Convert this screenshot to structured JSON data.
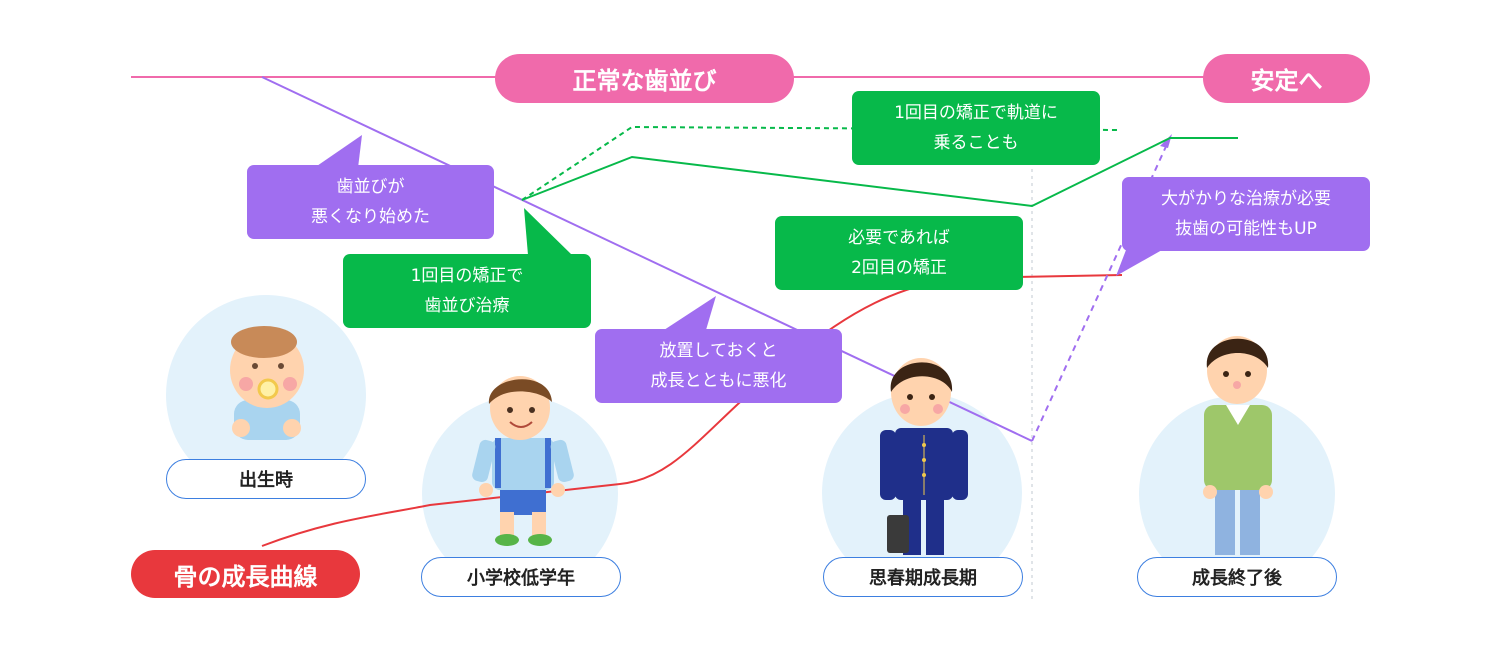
{
  "labels": {
    "normal": "正常な歯並び",
    "stable": "安定へ",
    "bone_curve": "骨の成長曲線"
  },
  "bubbles": {
    "worse_start": "歯並びが\n悪くなり始めた",
    "first_treatment": "1回目の矯正で\n歯並び治療",
    "on_track": "1回目の矯正で軌道に\n乗ることも",
    "second_treatment": "必要であれば\n2回目の矯正",
    "neglect": "放置しておくと\n成長とともに悪化",
    "major_treatment": "大がかりな治療が必要\n抜歯の可能性もUP"
  },
  "stages": [
    "出生時",
    "小学校低学年",
    "思春期成長期",
    "成長終了後"
  ],
  "colors": {
    "pink": "#f06aab",
    "purple": "#a06ef0",
    "green": "#07b94a",
    "red": "#e8383d",
    "circle": "#e3f2fb",
    "stage_border": "#3d7fe0"
  }
}
